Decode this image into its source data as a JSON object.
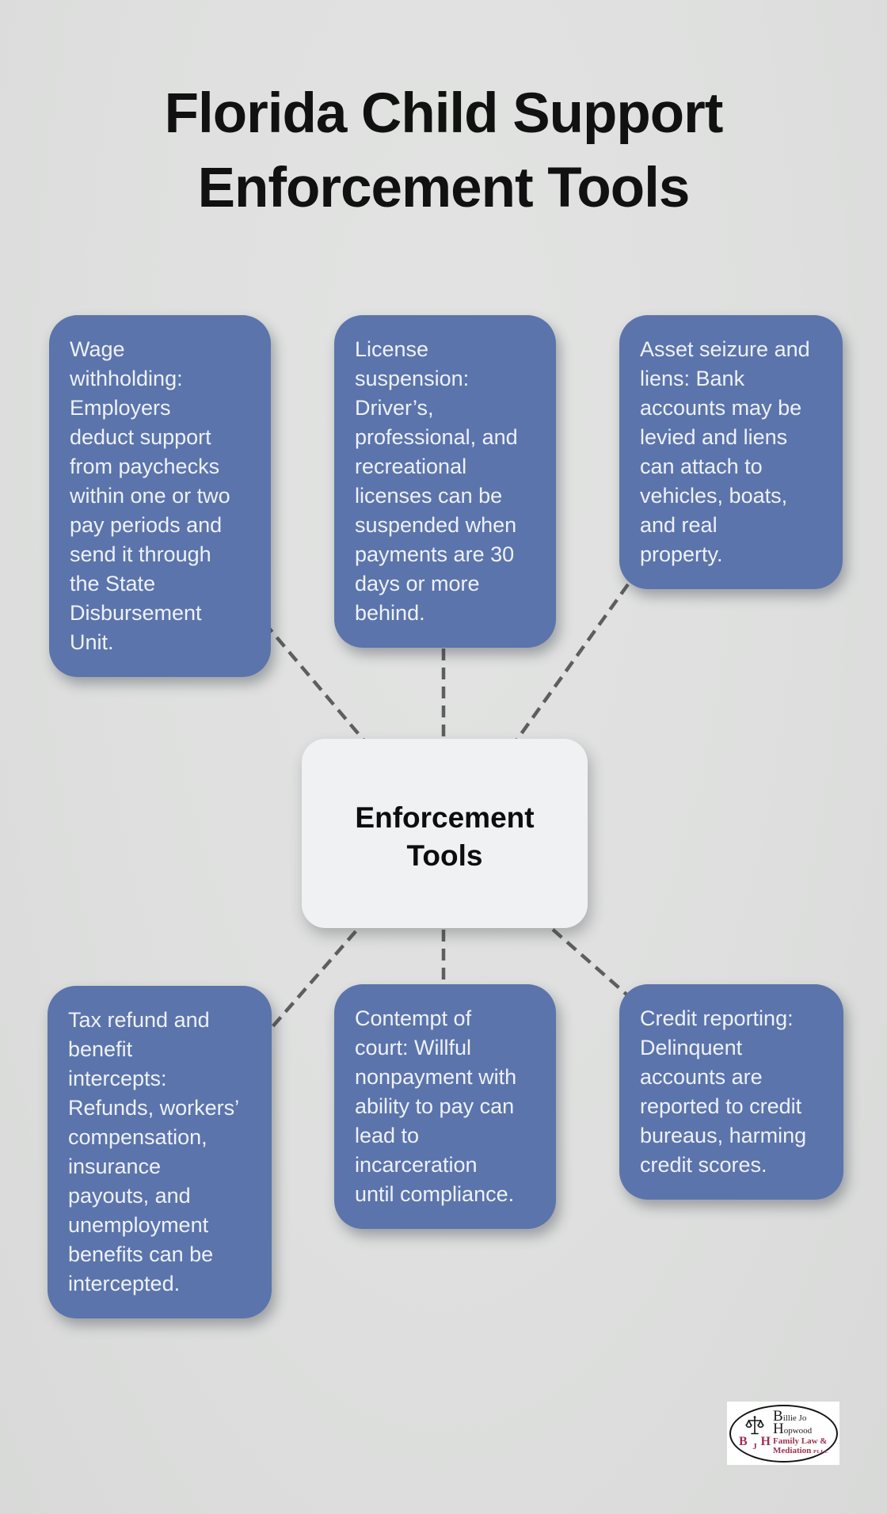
{
  "title": "Florida Child Support\nEnforcement Tools",
  "center_node": {
    "label": "Enforcement\nTools"
  },
  "boxes": [
    {
      "id": "wage-withholding",
      "text": "Wage\nwithholding:\nEmployers\ndeduct support\nfrom paychecks\nwithin one or two\npay periods and\nsend it through\nthe State\nDisbursement\nUnit."
    },
    {
      "id": "license-suspension",
      "text": "License\nsuspension:\nDriver’s,\nprofessional, and\nrecreational\nlicenses can be\nsuspended when\npayments are 30\ndays or more\nbehind."
    },
    {
      "id": "asset-seizure-liens",
      "text": "Asset seizure and\nliens: Bank\naccounts may be\nlevied and liens\ncan attach to\nvehicles, boats,\nand real\nproperty."
    },
    {
      "id": "tax-refund-intercepts",
      "text": "Tax refund and\nbenefit\nintercepts:\nRefunds, workers’\ncompensation,\ninsurance\npayouts, and\nunemployment\nbenefits can be\nintercepted."
    },
    {
      "id": "contempt-of-court",
      "text": "Contempt of\ncourt: Willful\nnonpayment with\nability to pay can\nlead to\nincarceration\nuntil compliance."
    },
    {
      "id": "credit-reporting",
      "text": "Credit reporting:\nDelinquent\naccounts are\nreported to credit\nbureaus, harming\ncredit scores."
    }
  ],
  "logo": {
    "monogram": [
      "B",
      "J",
      "H"
    ],
    "scales_icon": "scales-of-justice",
    "name_initial1": "B",
    "name_rest1": "illie Jo",
    "name_initial2": "H",
    "name_rest2": "opwood",
    "tagline_line1": "Family Law &",
    "tagline_line2": "Mediation",
    "suffix": "PLLC"
  },
  "colors": {
    "background": "#dedfde",
    "box_fill": "#5b74ab",
    "box_text": "#eef1f7",
    "node_fill": "#f0f1f3",
    "node_text": "#0d0d0d",
    "title_text": "#111111",
    "connector": "#5d5e5e",
    "logo_maroon": "#9c3152",
    "logo_black": "#1d1d1d",
    "logo_bg": "#ffffff"
  }
}
